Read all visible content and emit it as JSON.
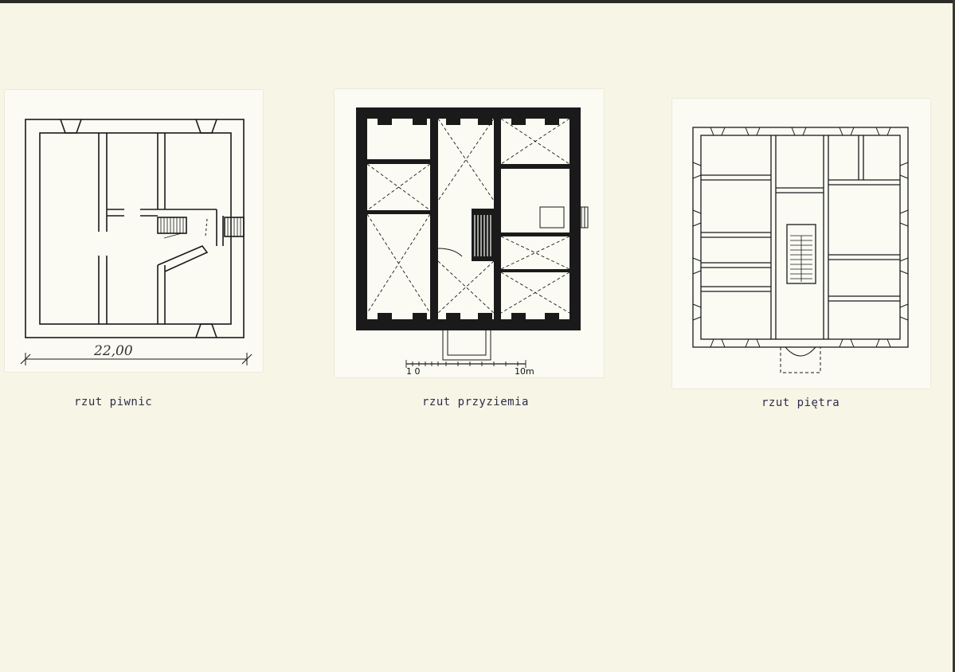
{
  "plans": [
    {
      "caption": "rzut piwnic"
    },
    {
      "caption": "rzut przyziemia"
    },
    {
      "caption": "rzut piętra"
    }
  ],
  "basement_dimension": "22,00",
  "scale_bar": {
    "start_label": "1 0",
    "end_label": "10m"
  },
  "colors": {
    "paper": "#f7f5e6",
    "ink": "#1a1a1a",
    "caption_ink": "#2d2d4a"
  }
}
